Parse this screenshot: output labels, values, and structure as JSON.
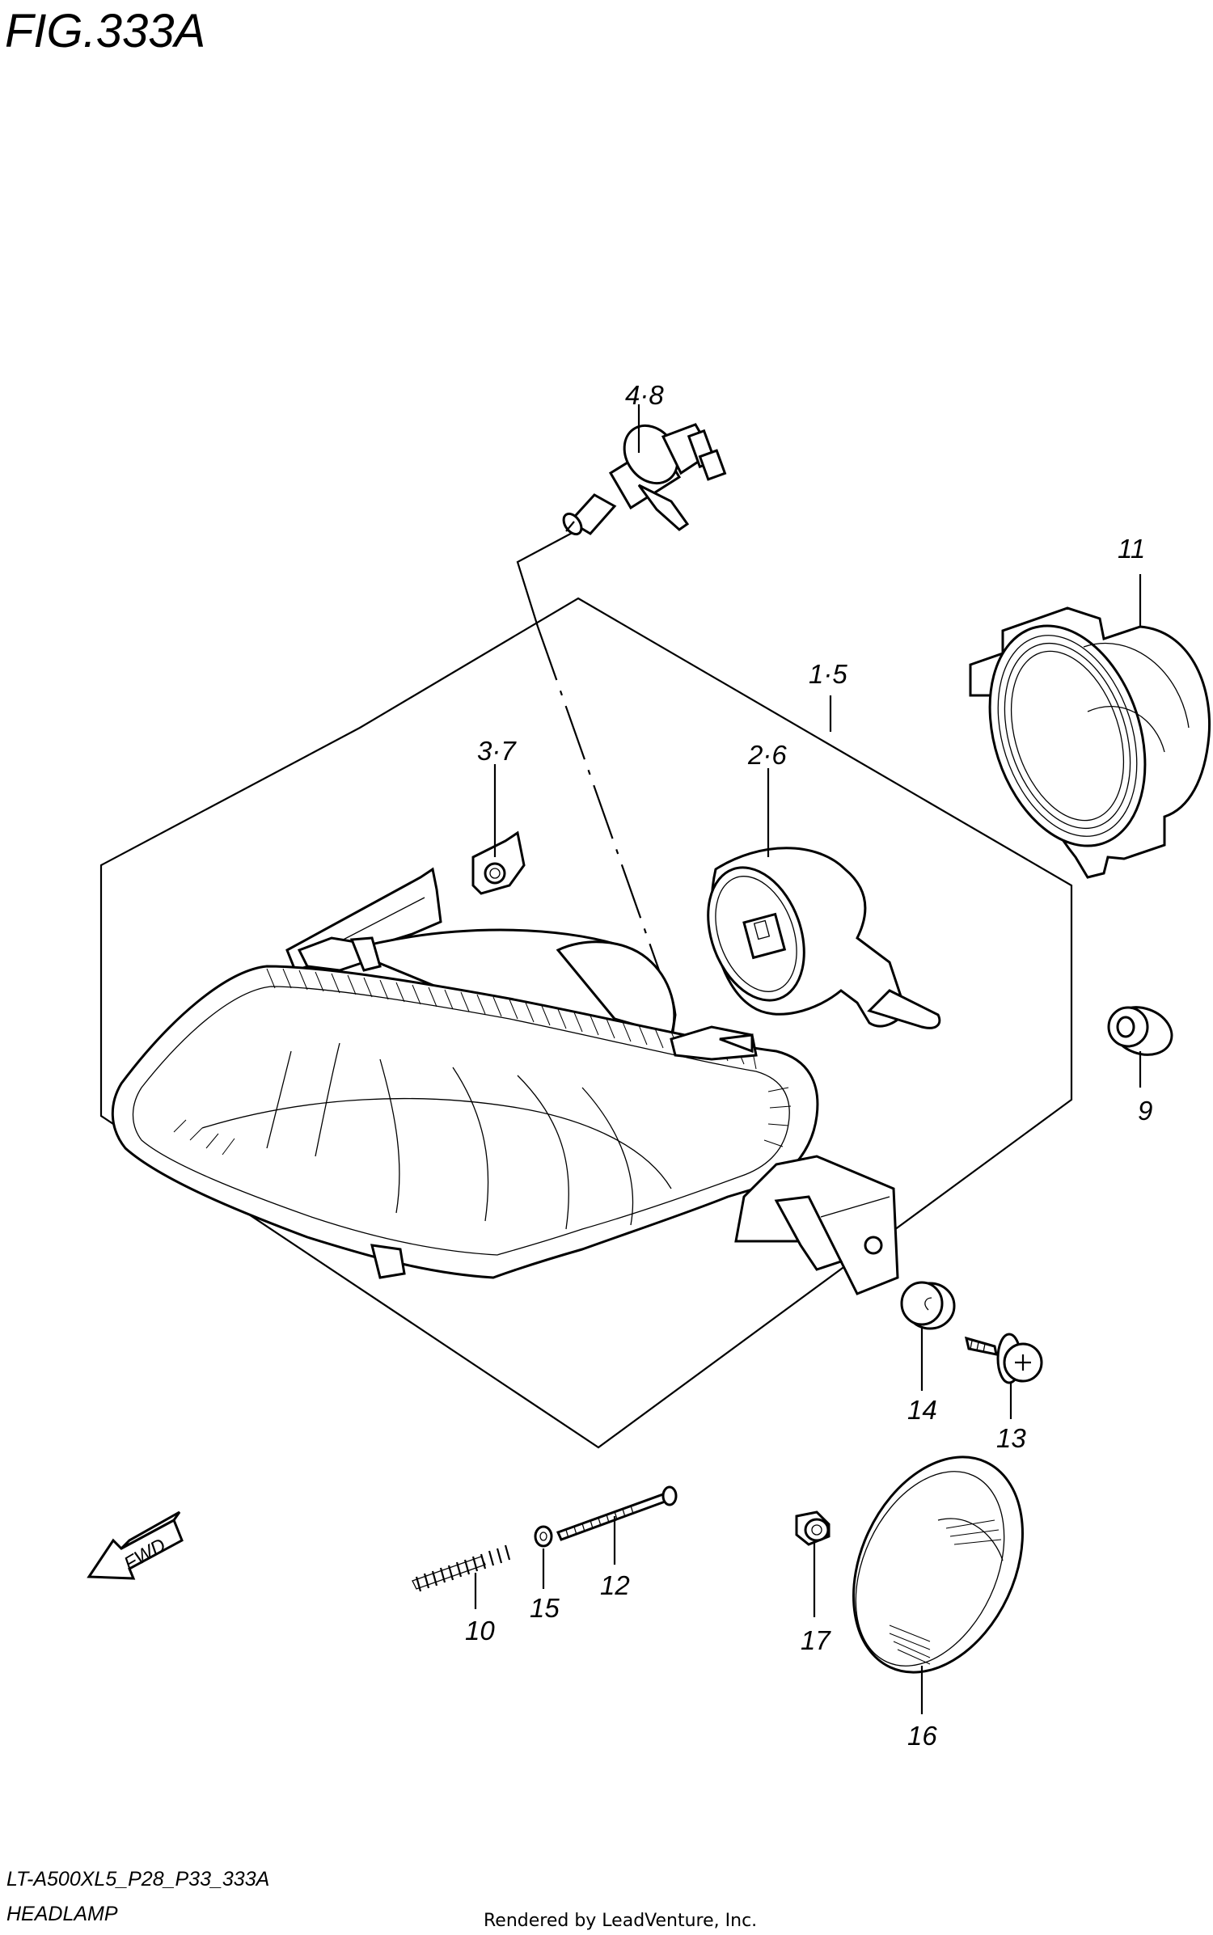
{
  "figure": {
    "title": "FIG.333A",
    "model_code": "LT-A500XL5_P28_P33_333A",
    "section_name": "HEADLAMP",
    "credit": "Rendered by LeadVenture, Inc.",
    "fwd_label": "FWD"
  },
  "callouts": [
    {
      "id": "c48",
      "label": "4·8"
    },
    {
      "id": "c11",
      "label": "11"
    },
    {
      "id": "c15",
      "label": "1·5"
    },
    {
      "id": "c37",
      "label": "3·7"
    },
    {
      "id": "c26",
      "label": "2·6"
    },
    {
      "id": "c9",
      "label": "9"
    },
    {
      "id": "c14",
      "label": "14"
    },
    {
      "id": "c13",
      "label": "13"
    },
    {
      "id": "c10",
      "label": "10"
    },
    {
      "id": "c15b",
      "label": "15"
    },
    {
      "id": "c12",
      "label": "12"
    },
    {
      "id": "c17",
      "label": "17"
    },
    {
      "id": "c16",
      "label": "16"
    }
  ]
}
